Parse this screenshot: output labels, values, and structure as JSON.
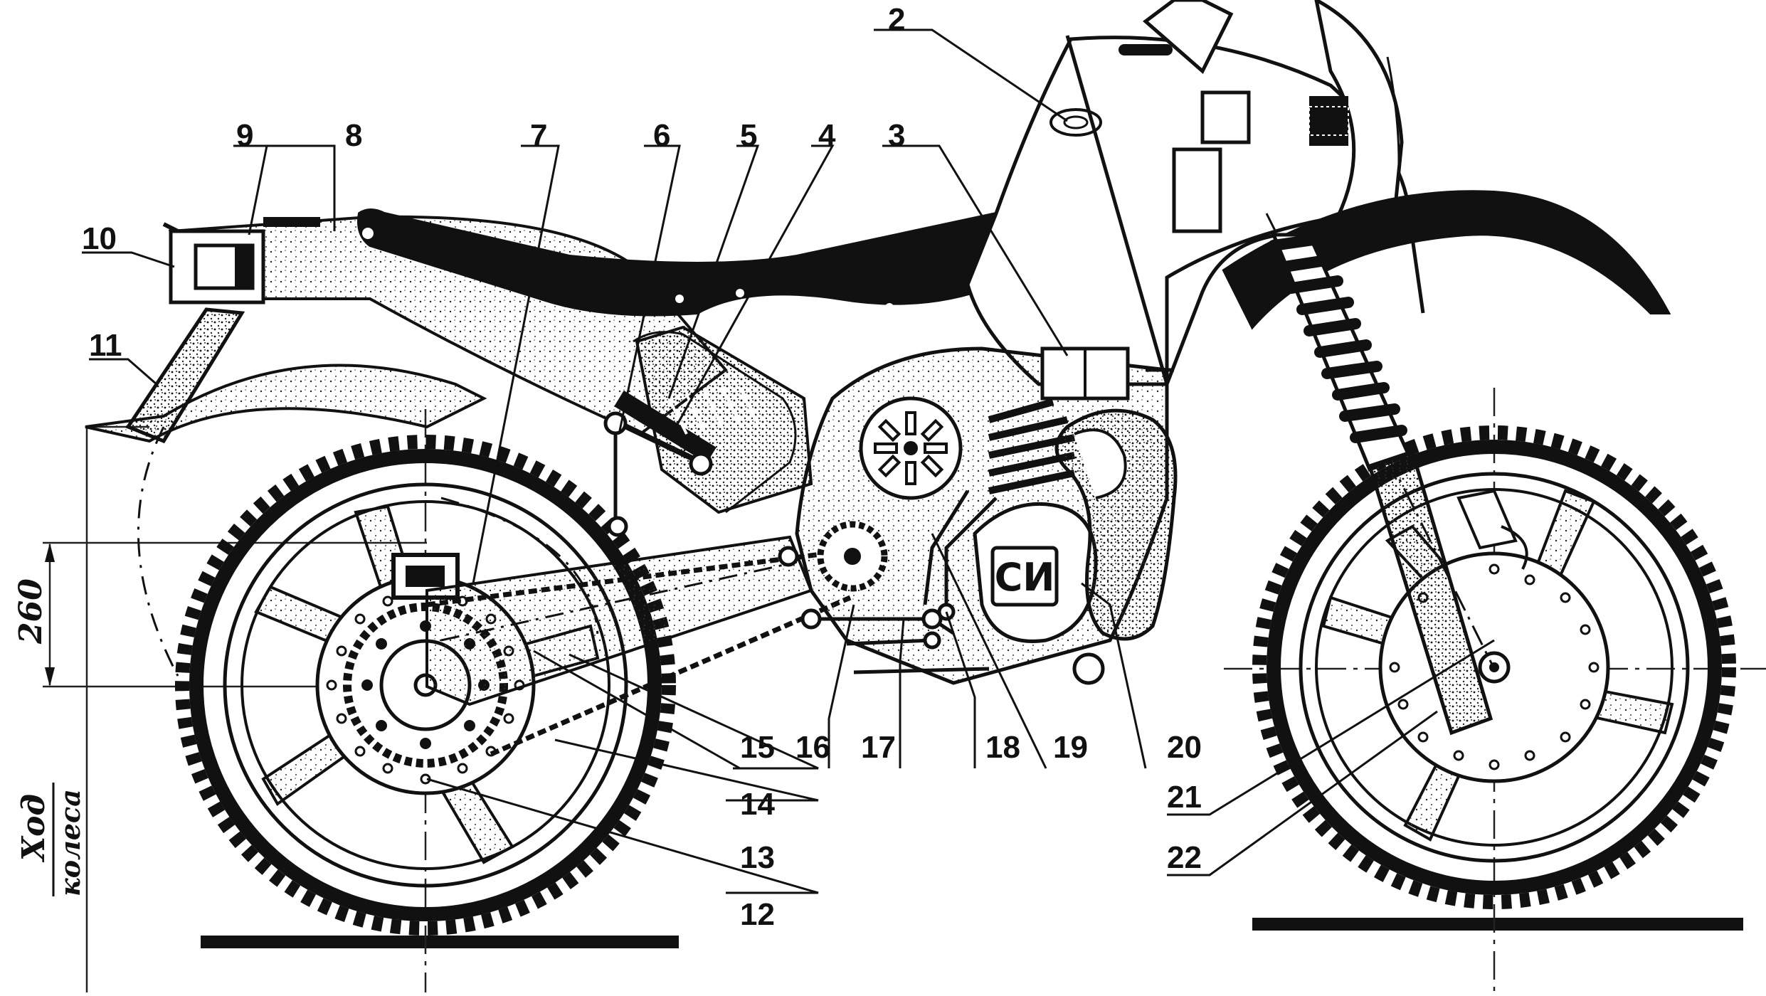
{
  "diagram": {
    "callouts": [
      "2",
      "3",
      "4",
      "5",
      "6",
      "7",
      "8",
      "9",
      "10",
      "11",
      "12",
      "13",
      "14",
      "15",
      "16",
      "17",
      "18",
      "19",
      "20",
      "21",
      "22"
    ],
    "dimension_value": "260",
    "travel_label_line1": "Ход",
    "travel_label_line2": "колеса",
    "logo_text": "СИ"
  }
}
